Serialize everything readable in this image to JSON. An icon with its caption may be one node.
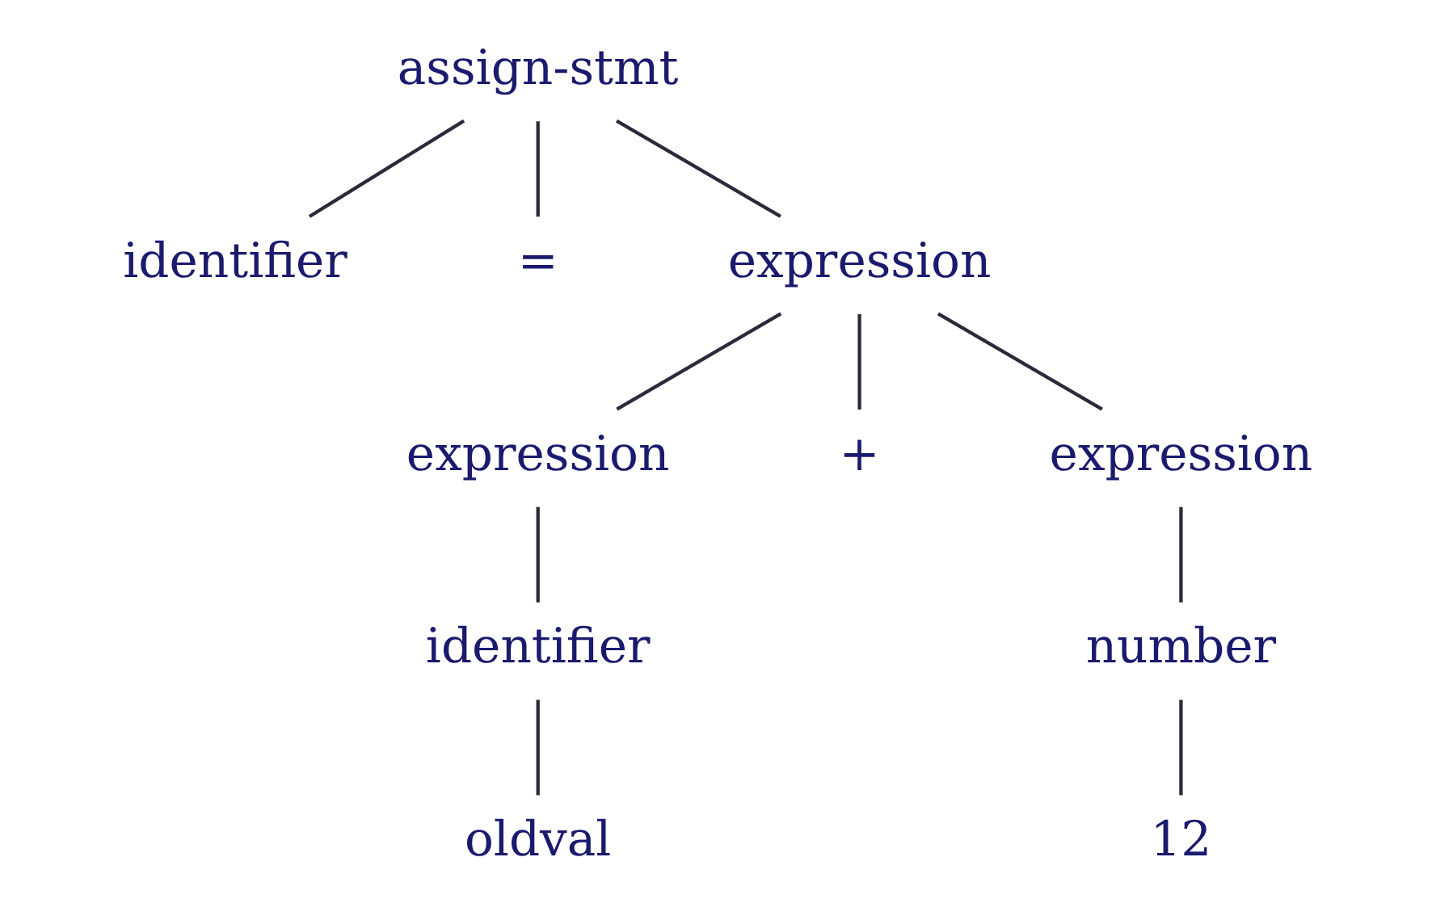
{
  "diagram": {
    "nodes": [
      {
        "text": [
          "assign-stmt"
        ]
      },
      {
        "text": [
          "identifier"
        ]
      },
      {
        "text": [
          "="
        ]
      },
      {
        "text": [
          "expression"
        ]
      },
      {
        "text": [
          "expression"
        ]
      },
      {
        "text": [
          "+"
        ]
      },
      {
        "text": [
          "expression"
        ]
      },
      {
        "text": [
          "identifier"
        ]
      },
      {
        "text": [
          "number"
        ]
      },
      {
        "text": [
          "oldval"
        ]
      },
      {
        "text": [
          "12"
        ]
      }
    ],
    "edges": [
      {
        "from": 0,
        "to": 1,
        "arrow": "none"
      },
      {
        "from": 0,
        "to": 2,
        "arrow": "none"
      },
      {
        "from": 0,
        "to": 3,
        "arrow": "none"
      },
      {
        "from": 3,
        "to": 4,
        "arrow": "none"
      },
      {
        "from": 3,
        "to": 5,
        "arrow": "none"
      },
      {
        "from": 3,
        "to": 6,
        "arrow": "none"
      },
      {
        "from": 4,
        "to": 7,
        "arrow": "none"
      },
      {
        "from": 6,
        "to": 8,
        "arrow": "none"
      },
      {
        "from": 7,
        "to": 9,
        "arrow": "none"
      },
      {
        "from": 8,
        "to": 10,
        "arrow": "none"
      }
    ]
  }
}
